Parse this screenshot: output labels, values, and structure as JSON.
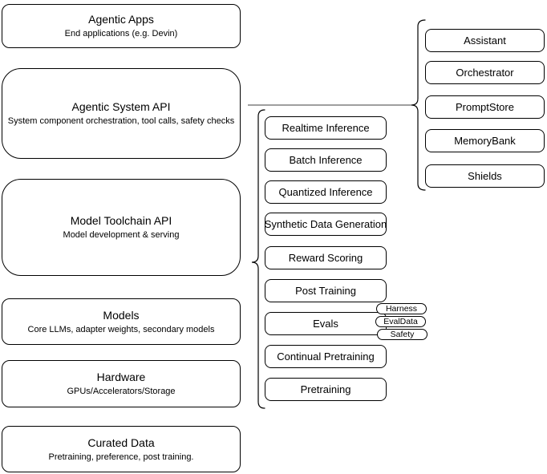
{
  "colors": {
    "border": "#000000",
    "connector": "#666666",
    "fill": "#ffffff",
    "background": "#ffffff"
  },
  "left_stack": [
    {
      "title": "Agentic Apps",
      "subtitle": "End applications (e.g. Devin)"
    },
    {
      "title": "Agentic System API",
      "subtitle": "System component orchestration, tool calls, safety checks"
    },
    {
      "title": "Model Toolchain API",
      "subtitle": "Model development & serving"
    },
    {
      "title": "Models",
      "subtitle": "Core LLMs, adapter weights, secondary models"
    },
    {
      "title": "Hardware",
      "subtitle": "GPUs/Accelerators/Storage"
    },
    {
      "title": "Curated Data",
      "subtitle": "Pretraining, preference, post training."
    }
  ],
  "toolchain": {
    "items": [
      "Realtime Inference",
      "Batch Inference",
      "Quantized Inference",
      "Synthetic Data Generation",
      "Reward Scoring",
      "Post Training",
      "Evals",
      "Continual Pretraining",
      "Pretraining"
    ],
    "eval_tags": [
      "Harness",
      "EvalData",
      "Safety"
    ]
  },
  "system_components": {
    "items": [
      "Assistant",
      "Orchestrator",
      "PromptStore",
      "MemoryBank",
      "Shields"
    ]
  }
}
